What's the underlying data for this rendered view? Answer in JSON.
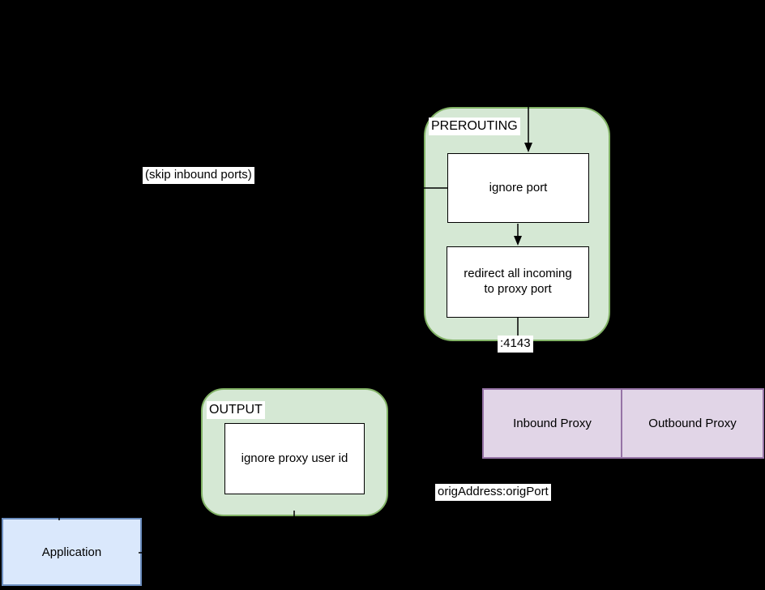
{
  "chains": {
    "prerouting": {
      "title": "PREROUTING",
      "rules": [
        "ignore port",
        "redirect all incoming to proxy port"
      ]
    },
    "output": {
      "title": "OUTPUT",
      "rules": [
        "ignore proxy user id"
      ]
    }
  },
  "proxies": {
    "inbound": "Inbound Proxy",
    "outbound": "Outbound Proxy"
  },
  "application": "Application",
  "edge_labels": {
    "skip_inbound_ports": "(skip inbound ports)",
    "proxy_port": ":4143",
    "orig_destination": "origAddress:origPort"
  },
  "colors": {
    "background": "#000000",
    "chain_fill": "#d5e8d4",
    "chain_stroke": "#82b366",
    "rule_fill": "#ffffff",
    "rule_stroke": "#000000",
    "proxy_fill": "#e1d5e7",
    "proxy_stroke": "#9673a6",
    "application_fill": "#dae8fc",
    "application_stroke": "#6c8ebf",
    "connector": "#000000",
    "label_background": "#ffffff",
    "text": "#000000"
  }
}
